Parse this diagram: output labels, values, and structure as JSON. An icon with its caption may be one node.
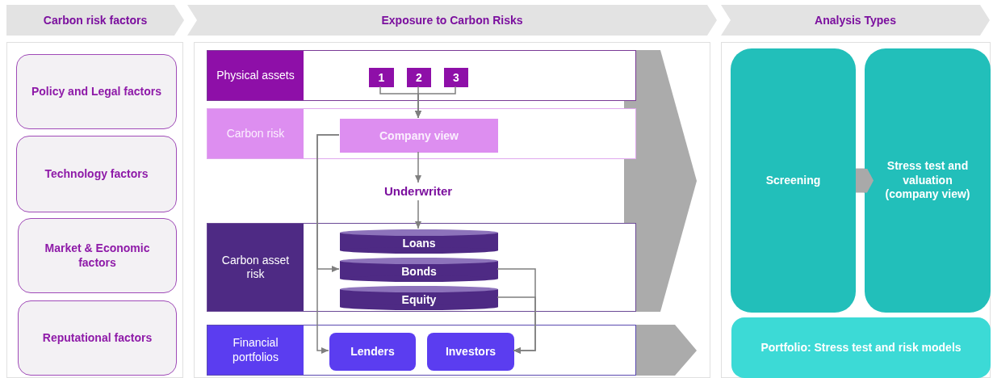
{
  "diagram": {
    "nodes": [
      {
        "text": [
          "Carbon risk factors"
        ]
      },
      {
        "text": [
          "Exposure to Carbon Risks"
        ]
      },
      {
        "text": [
          "Analysis Types"
        ]
      },
      {
        "text": [
          "Policy and Legal factors"
        ]
      },
      {
        "text": [
          "Technology factors"
        ]
      },
      {
        "text": [
          "Market & Economic factors"
        ]
      },
      {
        "text": [
          "Reputational factors"
        ]
      },
      {
        "text": [
          "Physical assets"
        ]
      },
      {
        "text": [
          "1"
        ],
        "in": 7
      },
      {
        "text": [
          "2"
        ],
        "in": 7
      },
      {
        "text": [
          "3"
        ],
        "in": 7
      },
      {
        "text": [
          "Carbon risk"
        ]
      },
      {
        "text": [
          "Company view"
        ],
        "in": 11
      },
      {
        "text": [
          "Underwriter"
        ]
      },
      {
        "text": [
          "Carbon asset risk"
        ]
      },
      {
        "text": [
          "Loans"
        ],
        "in": 14
      },
      {
        "text": [
          "Bonds"
        ],
        "in": 14
      },
      {
        "text": [
          "Equity"
        ],
        "in": 14
      },
      {
        "text": [
          "Financial portfolios"
        ]
      },
      {
        "text": [
          "Lenders"
        ],
        "in": 18
      },
      {
        "text": [
          "Investors"
        ],
        "in": 18
      },
      {
        "text": [
          "Screening"
        ]
      },
      {
        "text": [
          "Stress test and valuation (company view)"
        ]
      },
      {
        "text": [
          "Portfolio: Stress test and risk models"
        ]
      }
    ],
    "edges": [
      {
        "from": 8,
        "to": 12,
        "arrow": "to"
      },
      {
        "from": 9,
        "to": 12,
        "arrow": "to"
      },
      {
        "from": 10,
        "to": 12,
        "arrow": "to"
      },
      {
        "from": 12,
        "to": 13,
        "arrow": "to"
      },
      {
        "from": 13,
        "to": 15,
        "arrow": "to"
      },
      {
        "from": 12,
        "to": 16,
        "arrow": "to"
      },
      {
        "from": 12,
        "to": 19,
        "arrow": "to"
      },
      {
        "from": 16,
        "to": 20,
        "arrow": "to"
      },
      {
        "from": 17,
        "to": 20,
        "arrow": "to"
      },
      {
        "from": 21,
        "to": 22,
        "arrow": "to",
        "style": "thick",
        "color": "#a9a9a9"
      }
    ]
  }
}
